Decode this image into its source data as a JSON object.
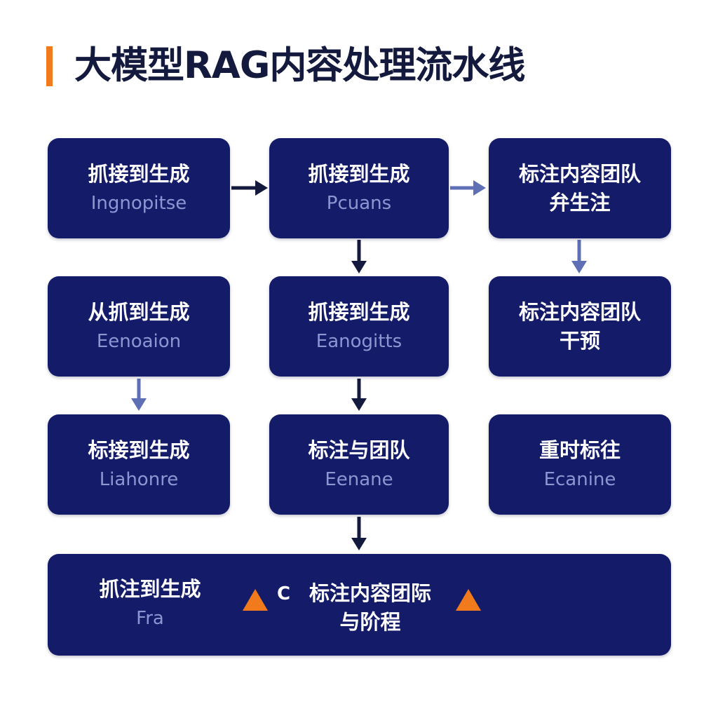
{
  "title": "大模型RAG内容处理流水线",
  "colors": {
    "accent": "#f07a1c",
    "node_bg": "#141c6a",
    "node_text": "#ffffff",
    "node_subtext": "#8e96d2",
    "arrow_dark": "#141a3e",
    "arrow_light": "#5f6fb5"
  },
  "nodes": {
    "r1c1": {
      "title": "抓接到生成",
      "sub": "Ingnopitse"
    },
    "r1c2": {
      "title": "抓接到生成",
      "sub": "Pcuans"
    },
    "r1c3": {
      "title_line1": "标注内容团队",
      "title_line2": "弁生注"
    },
    "r2c1": {
      "title": "从抓到生成",
      "sub": "Eenoaion"
    },
    "r2c2": {
      "title": "抓接到生成",
      "sub": "Eanogitts"
    },
    "r2c3": {
      "title_line1": "标注内容团队",
      "title_line2": "干预"
    },
    "r3c1": {
      "title": "标接到生成",
      "sub": "Liahonre"
    },
    "r3c2": {
      "title": "标注与团队",
      "sub": "Eenane"
    },
    "r3c3": {
      "title": "重时标往",
      "sub": "Ecanine"
    },
    "final": {
      "left_title": "抓注到生成",
      "left_sub": "Fra",
      "glyph": "C",
      "right_line1": "标注内容团际",
      "right_line2": "与阶程"
    }
  },
  "icons": {
    "arrow": "arrow-icon",
    "warning_triangle": "warning-triangle-icon"
  }
}
